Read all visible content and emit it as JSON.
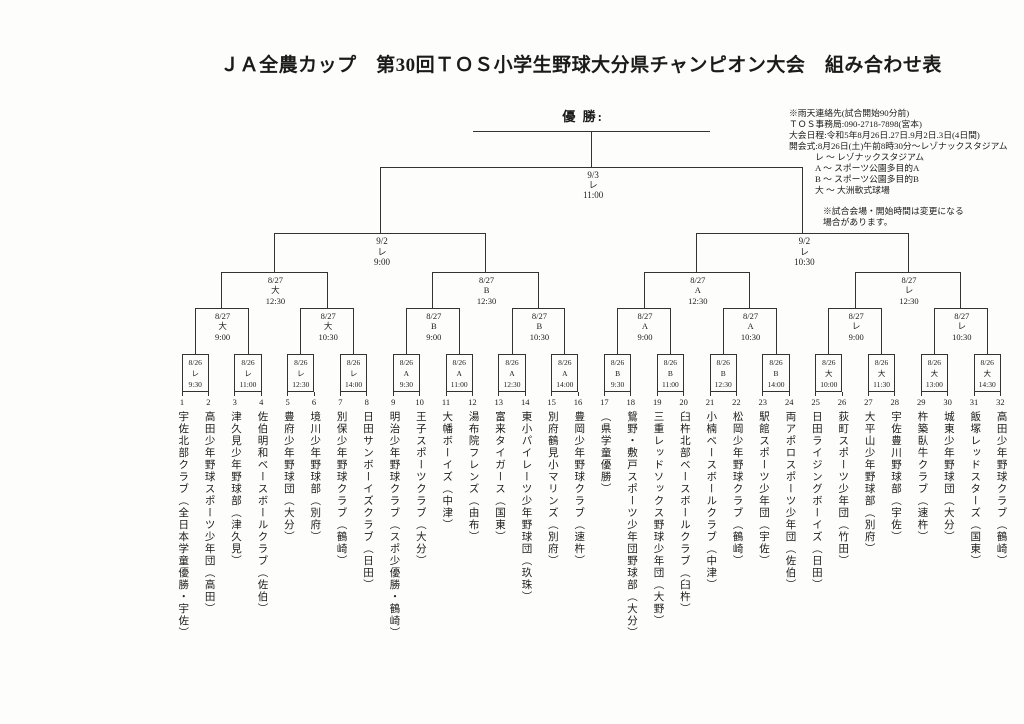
{
  "title": "ＪＡ全農カップ　第30回ＴＯＳ小学生野球大分県チャンピオン大会　組み合わせ表",
  "champion": {
    "label": "優 勝:"
  },
  "notes": [
    "※雨天連絡先(試合開始90分前)",
    "ＴＯＳ事務局:090-2718-7898(宮本)",
    "大会日程:令和5年8月26日.27日.9月2日.3日(4日間)",
    "開会式:8月26日(土)午前8時30分～レゾナックスタジアム",
    "レ ～ レゾナックスタジアム",
    "A ～ スポーツ公園多目的A",
    "B ～ スポーツ公園多目的B",
    "大 ～ 大洲軟式球場",
    "※試合会場・開始時間は変更になる",
    "場合があります。"
  ],
  "bracket": {
    "final": {
      "date": "9/3",
      "venue": "レ",
      "time": "11:00"
    },
    "semifinals": [
      {
        "date": "9/2",
        "venue": "レ",
        "time": "9:00"
      },
      {
        "date": "9/2",
        "venue": "レ",
        "time": "10:30"
      }
    ],
    "quarterfinals": [
      {
        "date": "8/27",
        "venue": "大",
        "time": "12:30"
      },
      {
        "date": "8/27",
        "venue": "B",
        "time": "12:30"
      },
      {
        "date": "8/27",
        "venue": "A",
        "time": "12:30"
      },
      {
        "date": "8/27",
        "venue": "レ",
        "time": "12:30"
      }
    ],
    "round2": [
      {
        "date": "8/27",
        "venue": "大",
        "time": "9:00"
      },
      {
        "date": "8/27",
        "venue": "大",
        "time": "10:30"
      },
      {
        "date": "8/27",
        "venue": "B",
        "time": "9:00"
      },
      {
        "date": "8/27",
        "venue": "B",
        "time": "10:30"
      },
      {
        "date": "8/27",
        "venue": "A",
        "time": "9:00"
      },
      {
        "date": "8/27",
        "venue": "A",
        "time": "10:30"
      },
      {
        "date": "8/27",
        "venue": "レ",
        "time": "9:00"
      },
      {
        "date": "8/27",
        "venue": "レ",
        "time": "10:30"
      }
    ],
    "round1": [
      {
        "date": "8/26",
        "venue": "レ",
        "time": "9:30"
      },
      {
        "date": "8/26",
        "venue": "レ",
        "time": "11:00"
      },
      {
        "date": "8/26",
        "venue": "レ",
        "time": "12:30"
      },
      {
        "date": "8/26",
        "venue": "レ",
        "time": "14:00"
      },
      {
        "date": "8/26",
        "venue": "A",
        "time": "9:30"
      },
      {
        "date": "8/26",
        "venue": "A",
        "time": "11:00"
      },
      {
        "date": "8/26",
        "venue": "A",
        "time": "12:30"
      },
      {
        "date": "8/26",
        "venue": "A",
        "time": "14:00"
      },
      {
        "date": "8/26",
        "venue": "B",
        "time": "9:30"
      },
      {
        "date": "8/26",
        "venue": "B",
        "time": "11:00"
      },
      {
        "date": "8/26",
        "venue": "B",
        "time": "12:30"
      },
      {
        "date": "8/26",
        "venue": "B",
        "time": "14:00"
      },
      {
        "date": "8/26",
        "venue": "大",
        "time": "10:00"
      },
      {
        "date": "8/26",
        "venue": "大",
        "time": "11:30"
      },
      {
        "date": "8/26",
        "venue": "大",
        "time": "13:00"
      },
      {
        "date": "8/26",
        "venue": "大",
        "time": "14:30"
      }
    ]
  },
  "teams": [
    {
      "number": "1",
      "name": "宇佐北部クラブ（全日本学童優勝・宇佐）"
    },
    {
      "number": "2",
      "name": "高田少年野球スポーツ少年団（高田）"
    },
    {
      "number": "3",
      "name": "津久見少年野球部（津久見）"
    },
    {
      "number": "4",
      "name": "佐伯明和ベースボールクラブ（佐伯）"
    },
    {
      "number": "5",
      "name": "豊府少年野球団（大分）"
    },
    {
      "number": "6",
      "name": "境川少年野球部（別府）"
    },
    {
      "number": "7",
      "name": "別保少年野球クラブ（鶴崎）"
    },
    {
      "number": "8",
      "name": "日田サンボーイズクラブ（日田）"
    },
    {
      "number": "9",
      "name": "明治少年野球クラブ（スポ少優勝・鶴崎）"
    },
    {
      "number": "10",
      "name": "王子スポーツクラブ（大分）"
    },
    {
      "number": "11",
      "name": "大幡ボーイズ（中津）"
    },
    {
      "number": "12",
      "name": "湯布院フレンズ（由布）"
    },
    {
      "number": "13",
      "name": "富来タイガース（国東）"
    },
    {
      "number": "14",
      "name": "東小パイレーツ少年野球団（玖珠）"
    },
    {
      "number": "15",
      "name": "別府鶴見小マリンズ（別府）"
    },
    {
      "number": "16",
      "name": "豊岡少年野球クラブ（速杵）"
    },
    {
      "number": "17",
      "name": "（県学童優勝）"
    },
    {
      "number": "18",
      "name": "鴛野・敷戸スポーツ少年団野球部（大分）"
    },
    {
      "number": "19",
      "name": "三重レッドソックス野球少年団（大野）"
    },
    {
      "number": "20",
      "name": "臼杵北部ベースボールクラブ（臼杵）"
    },
    {
      "number": "21",
      "name": "小楠ベースボールクラブ（中津）"
    },
    {
      "number": "22",
      "name": "松岡少年野球クラブ（鶴崎）"
    },
    {
      "number": "23",
      "name": "駅館スポーツ少年団（宇佐）"
    },
    {
      "number": "24",
      "name": "両アポロスポーツ少年団（佐伯）"
    },
    {
      "number": "25",
      "name": "日田ライジングボーイズ（日田）"
    },
    {
      "number": "26",
      "name": "荻町スポーツ少年団（竹田）"
    },
    {
      "number": "27",
      "name": "大平山少年野球部（別府）"
    },
    {
      "number": "28",
      "name": "宇佐豊川野球部（宇佐）"
    },
    {
      "number": "29",
      "name": "杵築臥牛クラブ（速杵）"
    },
    {
      "number": "30",
      "name": "城東少年野球団（大分）"
    },
    {
      "number": "31",
      "name": "飯塚レッドスターズ（国東）"
    },
    {
      "number": "32",
      "name": "高田少年野球クラブ（鶴崎）"
    }
  ]
}
